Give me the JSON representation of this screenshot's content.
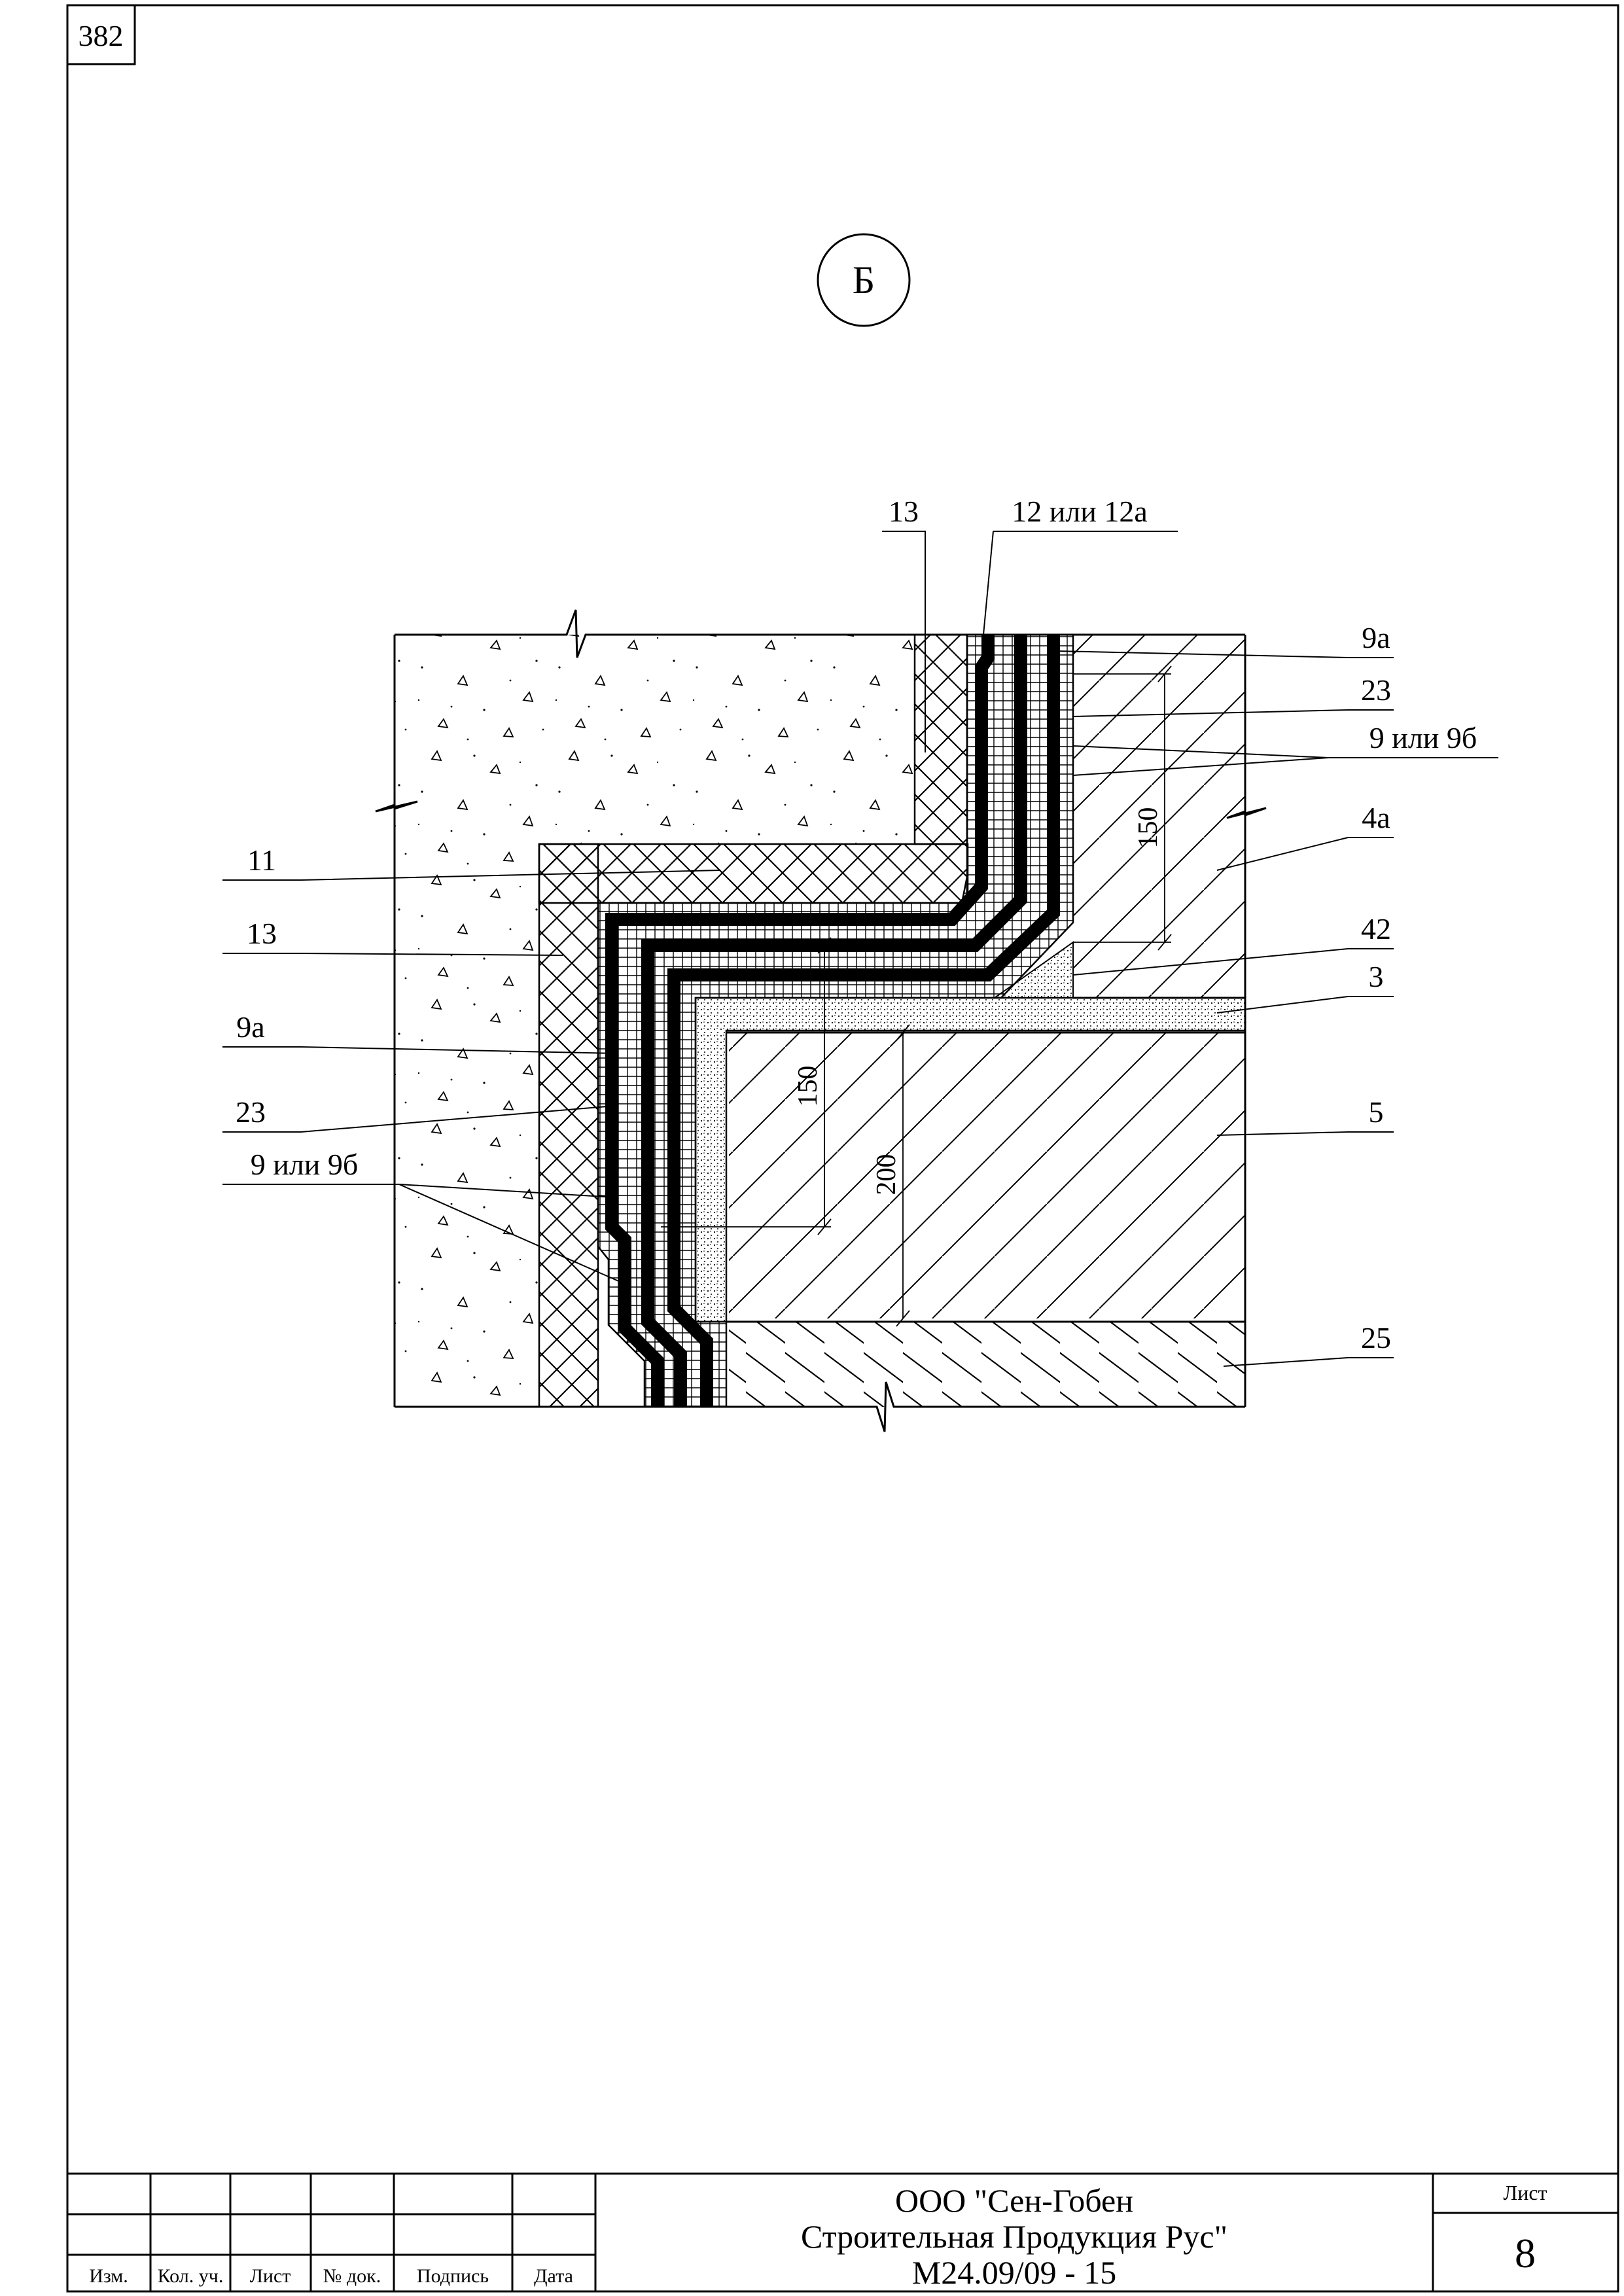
{
  "page": {
    "number": "382"
  },
  "section": {
    "marker": "Б"
  },
  "labels": {
    "l13_top": "13",
    "l12": "12 или 12а",
    "l9a_right": "9а",
    "l23_right": "23",
    "l9_right": "9 или 9б",
    "l4a": "4а",
    "l42": "42",
    "l3": "3",
    "l5": "5",
    "l25": "25",
    "l11": "11",
    "l13_left": "13",
    "l9a_left": "9а",
    "l23_left": "23",
    "l9_left": "9 или 9б"
  },
  "dimensions": {
    "d150_right": "150",
    "d150_left": "150",
    "d200": "200"
  },
  "title_block": {
    "headers": [
      "Изм.",
      "Кол. уч.",
      "Лист",
      "№ док.",
      "Подпись",
      "Дата"
    ],
    "company_line1": "ООО \"Сен-Гобен",
    "company_line2": "Строительная Продукция Рус\"",
    "doc_code": "М24.09/09 - 15",
    "sheet_label": "Лист",
    "sheet_number": "8"
  },
  "colors": {
    "ink": "#000000",
    "paper": "#ffffff"
  }
}
